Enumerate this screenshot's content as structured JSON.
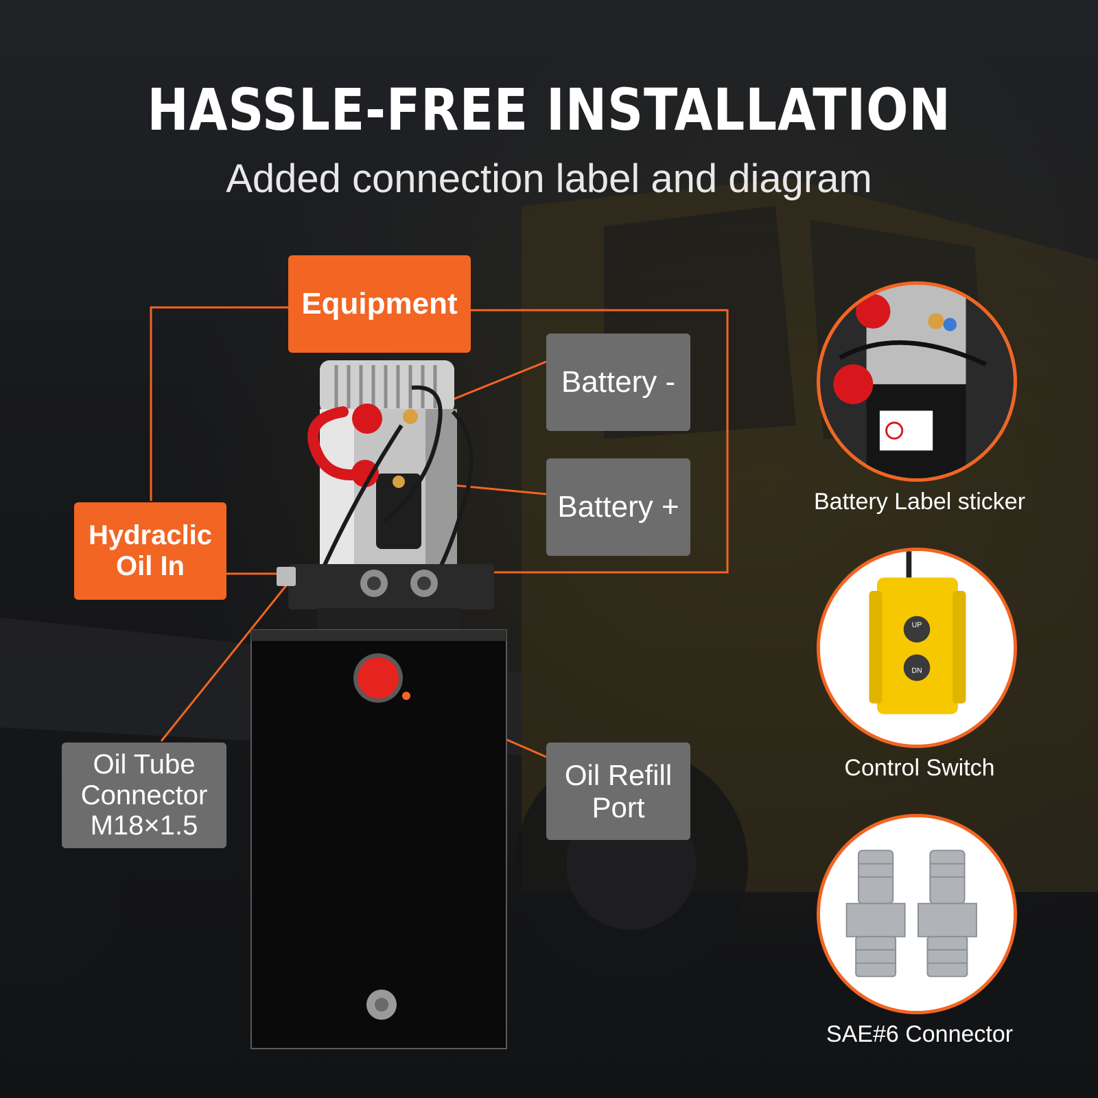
{
  "header": {
    "title": "HASSLE-FREE INSTALLATION",
    "subtitle": "Added connection label and diagram"
  },
  "labels": {
    "equipment": "Equipment",
    "hydraulic_oil_in": "Hydraclic\nOil In",
    "battery_minus": "Battery -",
    "battery_plus": "Battery +",
    "oil_tube_connector": "Oil Tube\nConnector\nM18×1.5",
    "oil_refill_port": "Oil Refill\nPort"
  },
  "callouts": [
    {
      "caption": "Battery Label sticker"
    },
    {
      "caption": "Control Switch"
    },
    {
      "caption": "SAE#6 Connector"
    }
  ],
  "control_switch": {
    "up_label": "UP",
    "down_label": "DN"
  },
  "colors": {
    "accent": "#f26522",
    "label_grey": "#6d6d6d",
    "background": "#1c1d20"
  }
}
